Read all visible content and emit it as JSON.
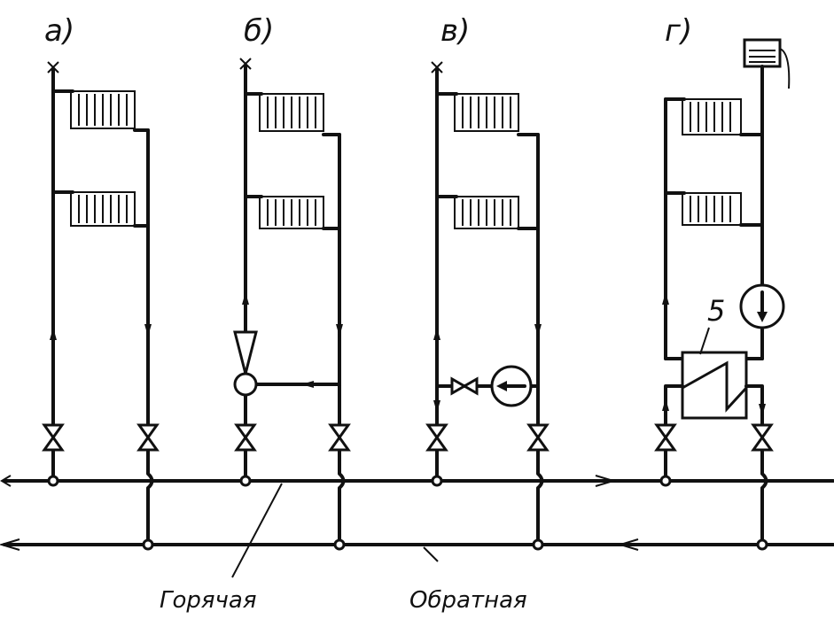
{
  "schemes": [
    {
      "id": "a",
      "label": "а)"
    },
    {
      "id": "b",
      "label": "б)"
    },
    {
      "id": "v",
      "label": "в)"
    },
    {
      "id": "g",
      "label": "г)"
    }
  ],
  "mains": {
    "supply_label": "Горячая",
    "return_label": "Обратная"
  },
  "heat_exchanger_label": "5"
}
